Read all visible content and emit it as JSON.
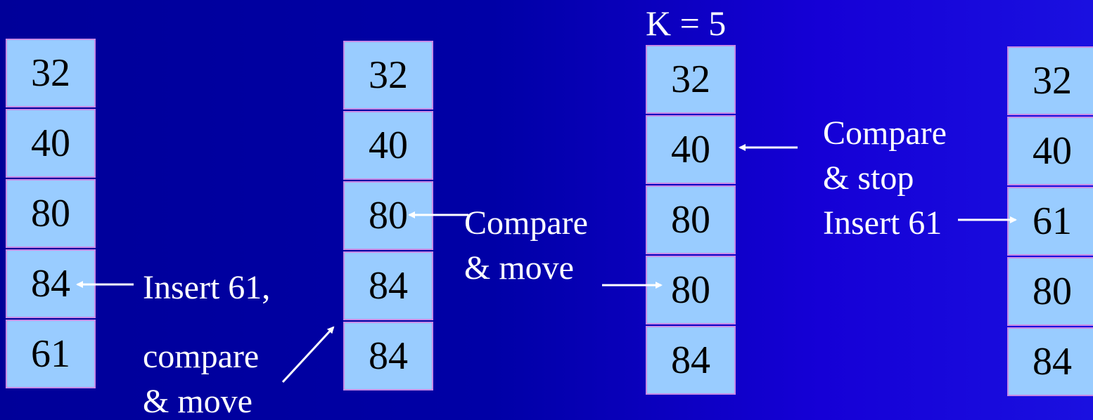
{
  "columns": [
    {
      "cells": [
        "32",
        "40",
        "80",
        "84",
        "61"
      ]
    },
    {
      "cells": [
        "32",
        "40",
        "80",
        "84",
        "84"
      ]
    },
    {
      "cells": [
        "32",
        "40",
        "80",
        "80",
        "84"
      ]
    },
    {
      "cells": [
        "32",
        "40",
        "61",
        "80",
        "84"
      ]
    }
  ],
  "labels": {
    "k_value": "K = 5",
    "insert_1": "Insert 61,",
    "compare_1": "compare",
    "move_1": "& move",
    "compare_2": "Compare",
    "move_2": "& move",
    "compare_3": "Compare",
    "stop_3": "& stop",
    "insert_3": "Insert 61"
  },
  "colors": {
    "cell_fill": "#99ccff",
    "cell_border": "#c78ae6",
    "text": "#ffffff"
  }
}
